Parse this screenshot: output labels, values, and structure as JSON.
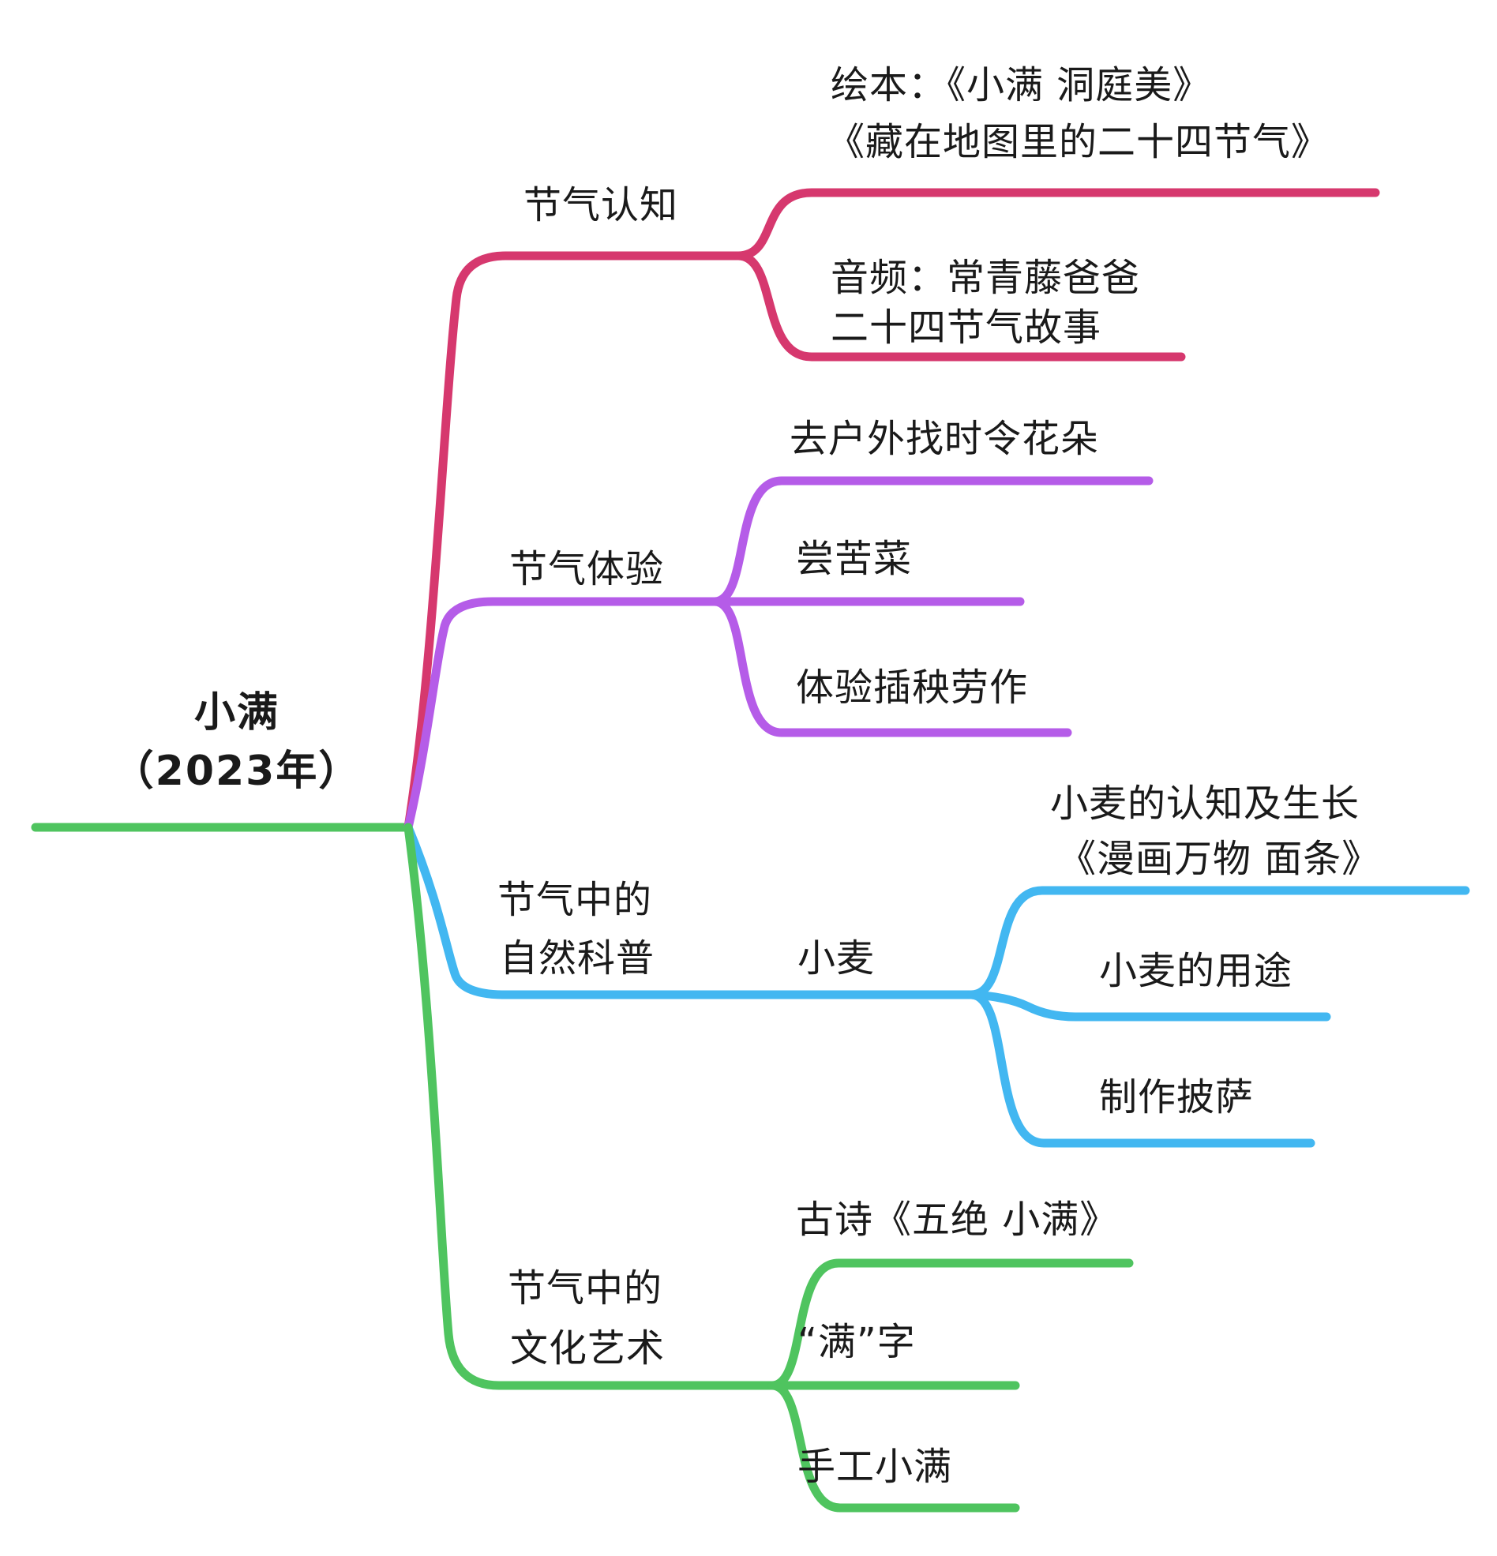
{
  "root": {
    "lines": [
      "小满",
      "（2023年）"
    ]
  },
  "branches": [
    {
      "label": "节气认知",
      "color": "#D6386E",
      "children": [
        {
          "lines": [
            "绘本：《小满 洞庭美》",
            "《藏在地图里的二十四节气》"
          ]
        },
        {
          "lines": [
            "音频：常青藤爸爸",
            "二十四节气故事"
          ]
        }
      ]
    },
    {
      "label": "节气体验",
      "color": "#B55CE8",
      "children": [
        {
          "lines": [
            "去户外找时令花朵"
          ]
        },
        {
          "lines": [
            "尝苦菜"
          ]
        },
        {
          "lines": [
            "体验插秧劳作"
          ]
        }
      ]
    },
    {
      "label_lines": [
        "节气中的",
        "自然科普"
      ],
      "color": "#42B7F1",
      "children": [
        {
          "label": "小麦",
          "children": [
            {
              "lines": [
                "小麦的认知及生长",
                "《漫画万物 面条》"
              ]
            },
            {
              "lines": [
                "小麦的用途"
              ]
            },
            {
              "lines": [
                "制作披萨"
              ]
            }
          ]
        }
      ]
    },
    {
      "label_lines": [
        "节气中的",
        "文化艺术"
      ],
      "color": "#4FC45F",
      "children": [
        {
          "lines": [
            "古诗《五绝 小满》"
          ]
        },
        {
          "lines": [
            "“满”字"
          ]
        },
        {
          "lines": [
            "手工小满"
          ]
        }
      ]
    }
  ]
}
